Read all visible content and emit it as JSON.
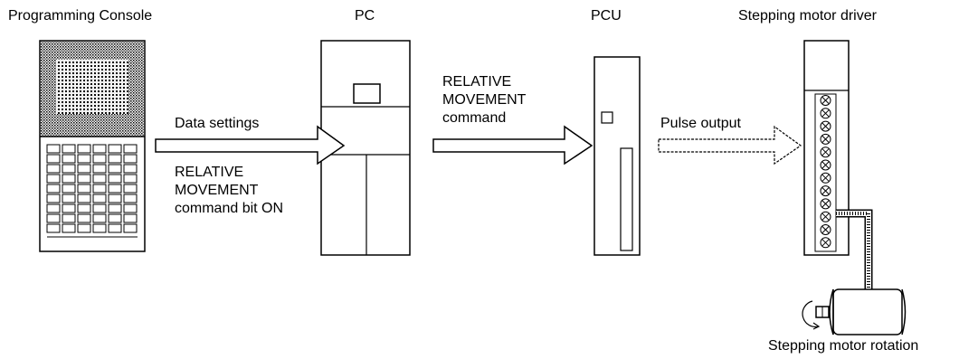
{
  "labels": {
    "programming_console": "Programming Console",
    "pc": "PC",
    "pcu": "PCU",
    "driver": "Stepping motor driver",
    "rotation": "Stepping motor rotation"
  },
  "arrows": {
    "data_settings": "Data settings",
    "command_bit": [
      "RELATIVE",
      "MOVEMENT",
      "command bit ON"
    ],
    "relative_cmd": [
      "RELATIVE",
      "MOVEMENT",
      "command"
    ],
    "pulse_output": "Pulse output"
  }
}
